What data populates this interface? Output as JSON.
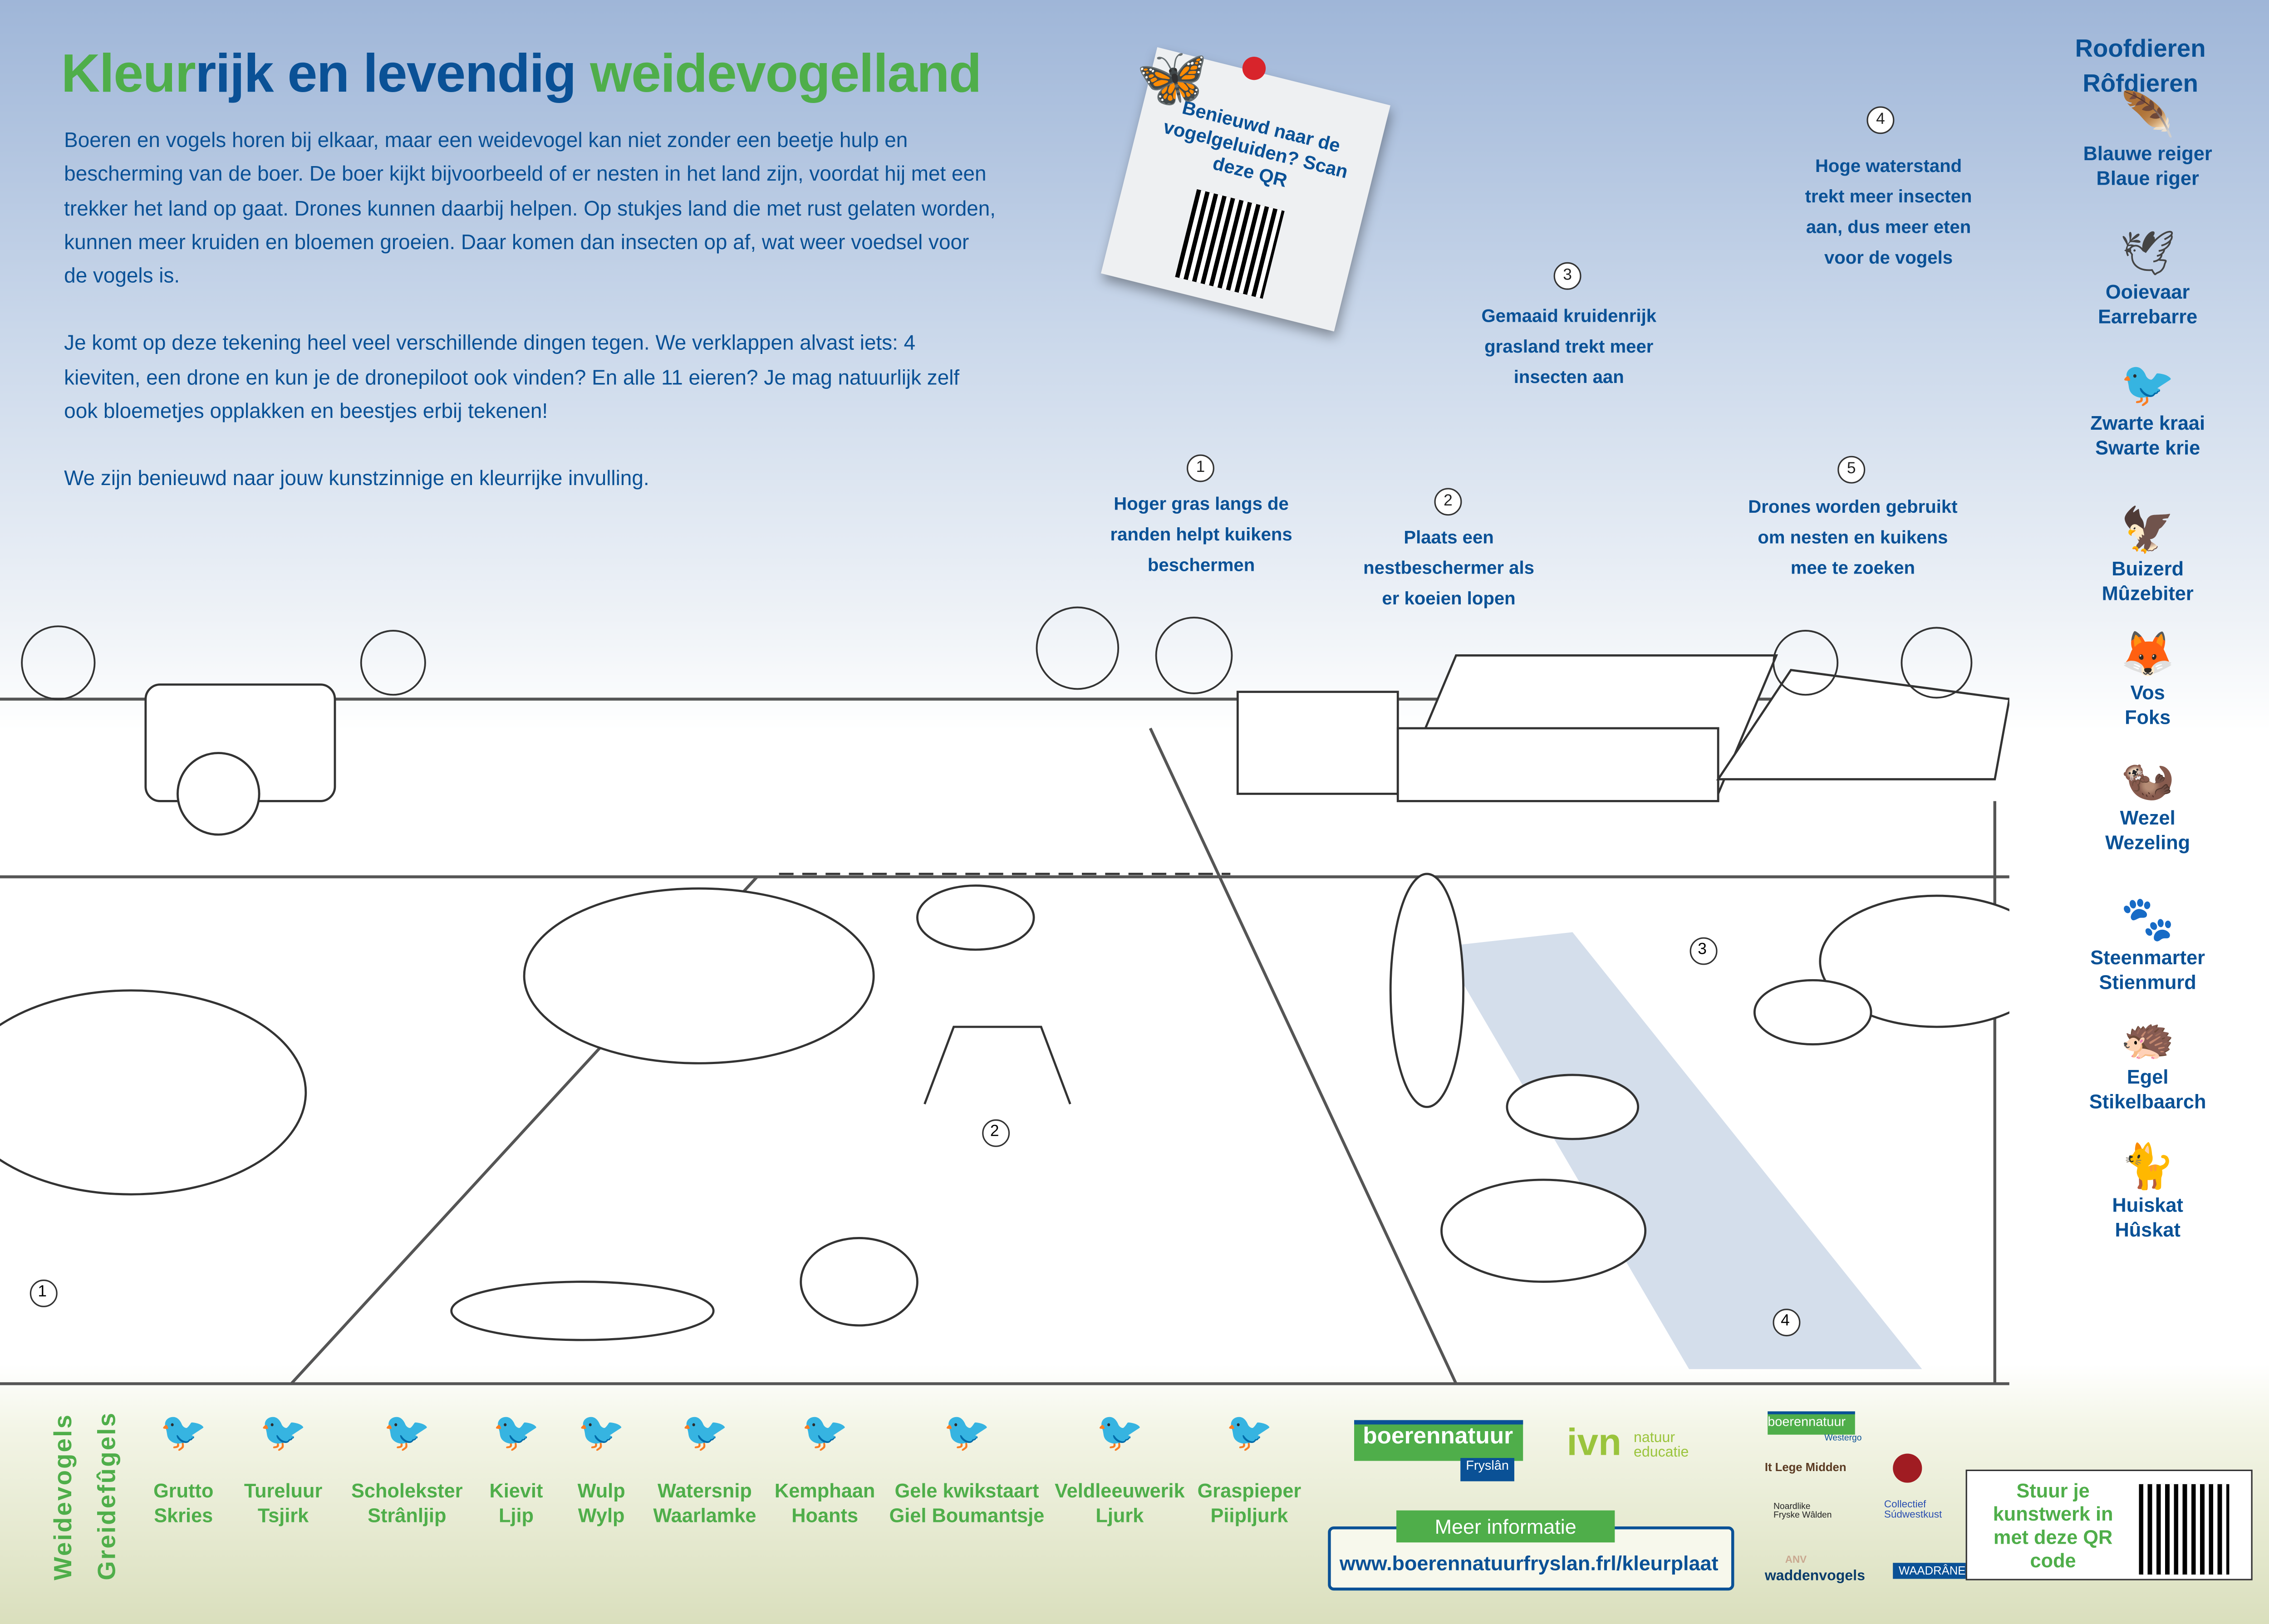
{
  "title": {
    "part1": "Kleur",
    "part2": "rijk en levendig ",
    "part3": "weidevogelland"
  },
  "intro": [
    "Boeren en vogels horen bij elkaar, maar een weidevogel kan niet zonder een beetje hulp en bescherming van de boer. De boer kijkt bijvoorbeeld of er nesten in het land zijn, voordat hij met een trekker het land op gaat. Drones kunnen daarbij helpen. Op stukjes land die met rust gelaten worden, kunnen meer kruiden en bloemen groeien. Daar komen dan insecten op af, wat weer voedsel voor de vogels is.",
    "Je komt op deze tekening heel veel verschillende dingen tegen. We verklappen alvast iets: 4 kieviten, een drone en kun je de dronepiloot ook vinden? En alle 11 eieren? Je mag natuurlijk zelf ook bloemetjes opplakken en beestjes erbij tekenen!",
    "We zijn benieuwd naar jouw kunstzinnige en kleurrijke invulling."
  ],
  "qr_note": "Benieuwd naar de vogelgeluiden? Scan deze QR",
  "notes": [
    {
      "num": "1",
      "text": "Hoger gras langs de randen helpt kuikens beschermen"
    },
    {
      "num": "2",
      "text": "Plaats een nestbeschermer als er koeien lopen"
    },
    {
      "num": "3",
      "text": "Gemaaid kruidenrijk grasland trekt meer insecten aan"
    },
    {
      "num": "4",
      "text": "Hoge waterstand trekt meer insecten aan, dus meer eten voor de vogels"
    },
    {
      "num": "5",
      "text": "Drones worden gebruikt om nesten en kuikens mee te zoeken"
    }
  ],
  "scene_markers": [
    "1",
    "2",
    "3",
    "4"
  ],
  "predators": {
    "heading_nl": "Roofdieren",
    "heading_fy": "Rôfdieren",
    "items": [
      {
        "nl": "Blauwe reiger",
        "fy": "Blaue riger"
      },
      {
        "nl": "Ooievaar",
        "fy": "Earrebarre"
      },
      {
        "nl": "Zwarte kraai",
        "fy": "Swarte krie"
      },
      {
        "nl": "Buizerd",
        "fy": "Mûzebiter"
      },
      {
        "nl": "Vos",
        "fy": "Foks"
      },
      {
        "nl": "Wezel",
        "fy": "Wezeling"
      },
      {
        "nl": "Steenmarter",
        "fy": "Stienmurd"
      },
      {
        "nl": "Egel",
        "fy": "Stikelbaarch"
      },
      {
        "nl": "Huiskat",
        "fy": "Hûskat"
      }
    ]
  },
  "meadow_birds": {
    "heading_nl": "Weidevogels",
    "heading_fy": "Greidefûgels",
    "items": [
      {
        "nl": "Grutto",
        "fy": "Skries"
      },
      {
        "nl": "Tureluur",
        "fy": "Tsjirk"
      },
      {
        "nl": "Scholekster",
        "fy": "Strânljip"
      },
      {
        "nl": "Kievit",
        "fy": "Ljip"
      },
      {
        "nl": "Wulp",
        "fy": "Wylp"
      },
      {
        "nl": "Watersnip",
        "fy": "Waarlamke"
      },
      {
        "nl": "Kemphaan",
        "fy": "Hoants"
      },
      {
        "nl": "Gele kwikstaart",
        "fy": "Giel Boumantsje"
      },
      {
        "nl": "Veldleeuwerik",
        "fy": "Ljurk"
      },
      {
        "nl": "Graspieper",
        "fy": "Piipljurk"
      }
    ]
  },
  "logos": {
    "boerennatuur": "boerennatuur",
    "boerennatuur_region": "Fryslân",
    "ivn": "ivn",
    "ivn_sub1": "natuur",
    "ivn_sub2": "educatie",
    "bn_westergo": "boerennatuur",
    "westergo": "Westergo",
    "lege_midden": "It Lege Midden",
    "nfw": "Noardlike Fryske Wâlden",
    "collectief": "Collectief Súdwestkust",
    "anv": "ANV",
    "waddenvogels": "waddenvogels",
    "waadrane": "WAADRÂNE"
  },
  "more_info": {
    "label": "Meer informatie",
    "url": "www.boerennatuurfryslan.frl/kleurplaat"
  },
  "submit_note": "Stuur je kunstwerk in met deze QR code",
  "colors": {
    "blue": "#0a5196",
    "green": "#4fae4a"
  }
}
